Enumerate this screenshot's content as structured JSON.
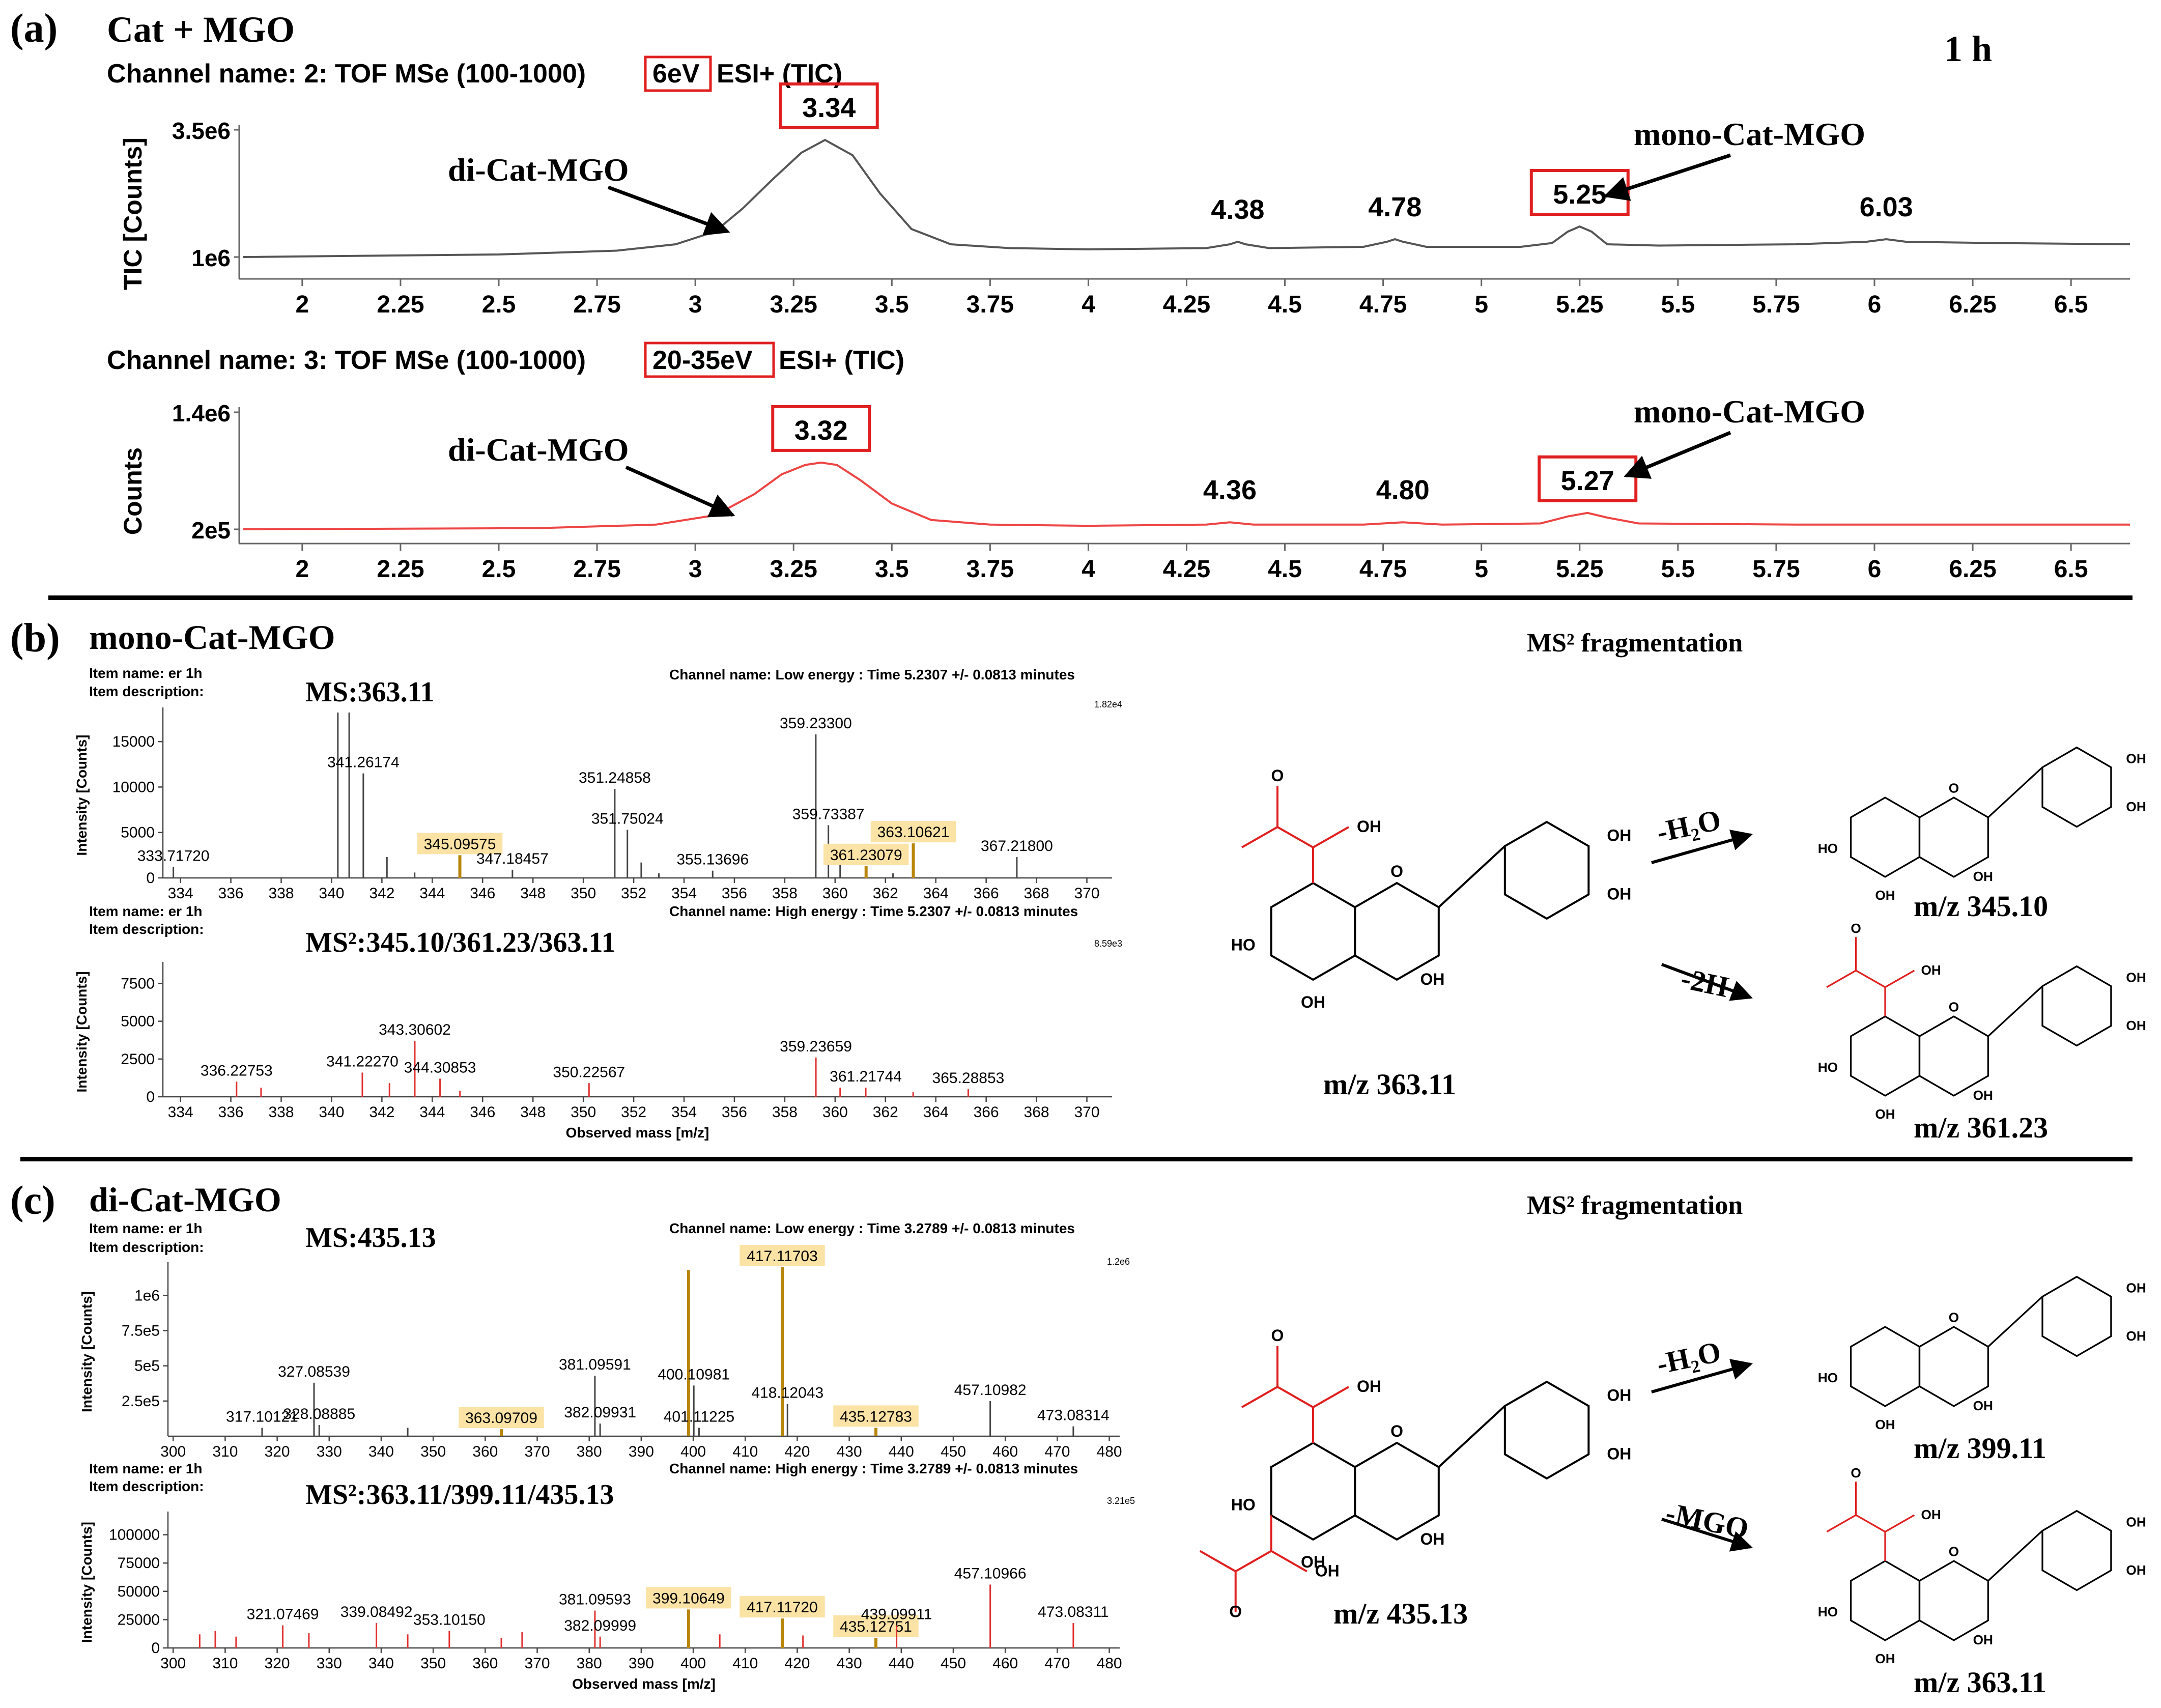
{
  "panel_a": {
    "letter": "(a)",
    "title": "Cat + MGO",
    "time_label": "1 h",
    "channel1": {
      "prefix": "Channel name: 2: TOF MSe (100-1000)",
      "energy": "6eV",
      "suffix": "ESI+ (TIC)"
    },
    "channel2": {
      "prefix": "Channel name: 3: TOF MSe (100-1000)",
      "energy": "20-35eV",
      "suffix": "ESI+ (TIC)"
    },
    "di_label": "di-Cat-MGO",
    "mono_label": "mono-Cat-MGO"
  },
  "panel_b": {
    "letter": "(b)",
    "title": "mono-Cat-MGO",
    "item_name": "Item name: er 1h",
    "item_desc": "Item description:",
    "ms_label": "MS:363.11",
    "ms2_label": "MS²:345.10/361.23/363.11",
    "channel_low": "Channel name: Low energy : Time 5.2307 +/- 0.0813 minutes",
    "channel_high": "Channel name: High energy : Time 5.2307 +/- 0.0813 minutes",
    "scale_low": "1.82e4",
    "scale_high": "8.59e3",
    "frag_title": "MS² fragmentation",
    "parent_mz": "m/z 363.11",
    "loss1": "-H₂O",
    "prod1_mz": "m/z 345.10",
    "loss2": "-2H",
    "prod2_mz": "m/z 361.23"
  },
  "panel_c": {
    "letter": "(c)",
    "title": "di-Cat-MGO",
    "item_name": "Item name: er 1h",
    "item_desc": "Item description:",
    "ms_label": "MS:435.13",
    "ms2_label": "MS²:363.11/399.11/435.13",
    "channel_low": "Channel name: Low energy : Time 3.2789 +/- 0.0813 minutes",
    "channel_high": "Channel name: High energy : Time 3.2789 +/- 0.0813 minutes",
    "scale_low": "1.2e6",
    "scale_high": "3.21e5",
    "frag_title": "MS² fragmentation",
    "parent_mz": "m/z 435.13",
    "loss1": "-H₂O",
    "prod1_mz": "m/z 399.11",
    "loss2": "-MGO",
    "prod2_mz": "m/z 363.11"
  },
  "struct_labels": {
    "oh": "OH",
    "ho": "HO",
    "o": "O"
  },
  "chart_data": [
    {
      "id": "tic_6ev",
      "type": "line",
      "ylabel": "TIC [Counts]",
      "yticks": [
        "3.5e6",
        "1e6"
      ],
      "xticks": [
        2,
        2.25,
        2.5,
        2.75,
        3,
        3.25,
        3.5,
        3.75,
        4,
        4.25,
        4.5,
        4.75,
        5,
        5.25,
        5.5,
        5.75,
        6,
        6.25,
        6.5
      ],
      "xlim": [
        1.85,
        6.65
      ],
      "color": "#555555",
      "x": [
        1.85,
        2.5,
        2.8,
        2.95,
        3.05,
        3.12,
        3.2,
        3.27,
        3.33,
        3.4,
        3.47,
        3.55,
        3.65,
        3.8,
        4.0,
        4.3,
        4.36,
        4.38,
        4.4,
        4.46,
        4.7,
        4.76,
        4.78,
        4.8,
        4.86,
        5.1,
        5.18,
        5.22,
        5.25,
        5.28,
        5.32,
        5.45,
        5.8,
        5.98,
        6.03,
        6.08,
        6.3,
        6.65
      ],
      "y": [
        0.0,
        0.02,
        0.05,
        0.1,
        0.2,
        0.38,
        0.62,
        0.82,
        0.92,
        0.8,
        0.5,
        0.22,
        0.1,
        0.07,
        0.06,
        0.07,
        0.1,
        0.12,
        0.1,
        0.07,
        0.08,
        0.12,
        0.14,
        0.12,
        0.08,
        0.08,
        0.11,
        0.2,
        0.24,
        0.2,
        0.1,
        0.09,
        0.1,
        0.12,
        0.14,
        0.12,
        0.11,
        0.1
      ],
      "peaks": [
        {
          "x": 3.34,
          "label": "3.34",
          "boxed": true
        },
        {
          "x": 4.38,
          "label": "4.38",
          "boxed": false
        },
        {
          "x": 4.78,
          "label": "4.78",
          "boxed": false
        },
        {
          "x": 5.25,
          "label": "5.25",
          "boxed": true
        },
        {
          "x": 6.03,
          "label": "6.03",
          "boxed": false
        }
      ]
    },
    {
      "id": "tic_20_35ev",
      "type": "line",
      "ylabel": "Counts",
      "yticks": [
        "1.4e6",
        "2e5"
      ],
      "xticks": [
        2,
        2.25,
        2.5,
        2.75,
        3,
        3.25,
        3.5,
        3.75,
        4,
        4.25,
        4.5,
        4.75,
        5,
        5.25,
        5.5,
        5.75,
        6,
        6.25,
        6.5
      ],
      "xlim": [
        1.85,
        6.65
      ],
      "color": "#ee4444",
      "x": [
        1.85,
        2.6,
        2.9,
        3.05,
        3.15,
        3.22,
        3.28,
        3.32,
        3.36,
        3.42,
        3.5,
        3.6,
        3.75,
        4.0,
        4.3,
        4.36,
        4.42,
        4.7,
        4.8,
        4.9,
        5.15,
        5.22,
        5.27,
        5.32,
        5.4,
        5.8,
        6.65
      ],
      "y": [
        0.0,
        0.01,
        0.04,
        0.12,
        0.3,
        0.47,
        0.55,
        0.57,
        0.55,
        0.42,
        0.22,
        0.08,
        0.04,
        0.03,
        0.04,
        0.06,
        0.04,
        0.04,
        0.06,
        0.04,
        0.05,
        0.11,
        0.14,
        0.1,
        0.05,
        0.04,
        0.04
      ],
      "peaks": [
        {
          "x": 3.32,
          "label": "3.32",
          "boxed": true
        },
        {
          "x": 4.36,
          "label": "4.36",
          "boxed": false
        },
        {
          "x": 4.8,
          "label": "4.80",
          "boxed": false
        },
        {
          "x": 5.27,
          "label": "5.27",
          "boxed": true
        }
      ]
    },
    {
      "id": "mono_ms",
      "type": "bar",
      "ylabel": "Intensity [Counts]",
      "xlabel": "",
      "xlim": [
        333.3,
        371.0
      ],
      "ylim": [
        0,
        18200
      ],
      "xticks": [
        334,
        336,
        338,
        340,
        342,
        344,
        346,
        348,
        350,
        352,
        354,
        356,
        358,
        360,
        362,
        364,
        366,
        368,
        370
      ],
      "yticks": [
        0,
        5000,
        10000,
        15000
      ],
      "ytick_labels": [
        "0",
        "5000",
        "10000",
        "15000"
      ],
      "color": "#444444",
      "highlight_color": "#b8860b",
      "peaks": [
        {
          "x": 333.7172,
          "y": 1200,
          "label": "333.71720"
        },
        {
          "x": 340.25,
          "y": 18200
        },
        {
          "x": 340.7,
          "y": 18200
        },
        {
          "x": 341.26174,
          "y": 11500,
          "label": "341.26174"
        },
        {
          "x": 342.2,
          "y": 2300
        },
        {
          "x": 343.3,
          "y": 600
        },
        {
          "x": 345.09575,
          "y": 2500,
          "label": "345.09575",
          "highlight": true
        },
        {
          "x": 347.18457,
          "y": 900,
          "label": "347.18457"
        },
        {
          "x": 351.24858,
          "y": 9800,
          "label": "351.24858"
        },
        {
          "x": 351.75024,
          "y": 5300,
          "label": "351.75024"
        },
        {
          "x": 352.3,
          "y": 1700
        },
        {
          "x": 353.0,
          "y": 500
        },
        {
          "x": 355.13696,
          "y": 800,
          "label": "355.13696"
        },
        {
          "x": 359.233,
          "y": 15800,
          "label": "359.23300"
        },
        {
          "x": 359.73387,
          "y": 5800,
          "label": "359.73387"
        },
        {
          "x": 360.2,
          "y": 1500
        },
        {
          "x": 361.23079,
          "y": 1300,
          "label": "361.23079",
          "highlight": true
        },
        {
          "x": 362.3,
          "y": 500
        },
        {
          "x": 363.10621,
          "y": 3800,
          "label": "363.10621",
          "highlight": true
        },
        {
          "x": 367.218,
          "y": 2300,
          "label": "367.21800"
        }
      ]
    },
    {
      "id": "mono_ms2",
      "type": "bar",
      "ylabel": "Intensity [Counts]",
      "xlabel": "Observed mass [m/z]",
      "xlim": [
        333.3,
        371.0
      ],
      "ylim": [
        0,
        8590
      ],
      "xticks": [
        334,
        336,
        338,
        340,
        342,
        344,
        346,
        348,
        350,
        352,
        354,
        356,
        358,
        360,
        362,
        364,
        366,
        368,
        370
      ],
      "yticks": [
        0,
        2500,
        5000,
        7500
      ],
      "ytick_labels": [
        "0",
        "2500",
        "5000",
        "7500"
      ],
      "color": "#e03030",
      "highlight_color": "#e03030",
      "peaks": [
        {
          "x": 336.22753,
          "y": 1000,
          "label": "336.22753"
        },
        {
          "x": 337.2,
          "y": 600
        },
        {
          "x": 341.2227,
          "y": 1600,
          "label": "341.22270"
        },
        {
          "x": 342.3,
          "y": 900
        },
        {
          "x": 343.30602,
          "y": 3700,
          "label": "343.30602"
        },
        {
          "x": 344.30853,
          "y": 1200,
          "label": "344.30853"
        },
        {
          "x": 345.1,
          "y": 400
        },
        {
          "x": 350.22567,
          "y": 900,
          "label": "350.22567"
        },
        {
          "x": 359.23659,
          "y": 2600,
          "label": "359.23659"
        },
        {
          "x": 360.2,
          "y": 600
        },
        {
          "x": 361.21744,
          "y": 600,
          "label": "361.21744"
        },
        {
          "x": 363.1,
          "y": 300
        },
        {
          "x": 365.28853,
          "y": 500,
          "label": "365.28853"
        }
      ]
    },
    {
      "id": "di_ms",
      "type": "bar",
      "ylabel": "Intensity [Counts]",
      "xlabel": "",
      "xlim": [
        299.0,
        482.0
      ],
      "ylim": [
        0,
        1200000
      ],
      "xticks": [
        300,
        310,
        320,
        330,
        340,
        350,
        360,
        370,
        380,
        390,
        400,
        410,
        420,
        430,
        440,
        450,
        460,
        470,
        480
      ],
      "yticks": [
        250000,
        500000,
        750000,
        1000000
      ],
      "ytick_labels": [
        "2.5e5",
        "5e5",
        "7.5e5",
        "1e6"
      ],
      "color": "#444444",
      "highlight_color": "#b8860b",
      "peaks": [
        {
          "x": 317.10121,
          "y": 60000,
          "label": "317.10121"
        },
        {
          "x": 327.08539,
          "y": 380000,
          "label": "327.08539"
        },
        {
          "x": 328.08885,
          "y": 80000,
          "label": "328.08885"
        },
        {
          "x": 345.1,
          "y": 60000
        },
        {
          "x": 363.09709,
          "y": 50000,
          "label": "363.09709",
          "highlight": true
        },
        {
          "x": 381.09591,
          "y": 430000,
          "label": "381.09591"
        },
        {
          "x": 382.09931,
          "y": 90000,
          "label": "382.09931"
        },
        {
          "x": 399.1,
          "y": 1180000,
          "highlight": true
        },
        {
          "x": 400.10981,
          "y": 360000,
          "label": "400.10981"
        },
        {
          "x": 401.11225,
          "y": 60000,
          "label": "401.11225"
        },
        {
          "x": 417.11703,
          "y": 1200000,
          "label": "417.11703",
          "highlight": true
        },
        {
          "x": 418.12043,
          "y": 230000,
          "label": "418.12043"
        },
        {
          "x": 435.12783,
          "y": 60000,
          "label": "435.12783",
          "highlight": true
        },
        {
          "x": 457.10982,
          "y": 250000,
          "label": "457.10982"
        },
        {
          "x": 473.08314,
          "y": 70000,
          "label": "473.08314"
        }
      ]
    },
    {
      "id": "di_ms2",
      "type": "bar",
      "ylabel": "Intensity [Counts]",
      "xlabel": "Observed mass [m/z]",
      "xlim": [
        299.0,
        482.0
      ],
      "ylim": [
        0,
        116000
      ],
      "xticks": [
        300,
        310,
        320,
        330,
        340,
        350,
        360,
        370,
        380,
        390,
        400,
        410,
        420,
        430,
        440,
        450,
        460,
        470,
        480
      ],
      "yticks": [
        0,
        25000,
        50000,
        75000,
        100000
      ],
      "ytick_labels": [
        "0",
        "25000",
        "50000",
        "75000",
        "100000"
      ],
      "color": "#e03030",
      "highlight_color": "#b8860b",
      "peaks": [
        {
          "x": 305.1,
          "y": 12000
        },
        {
          "x": 308.1,
          "y": 15000
        },
        {
          "x": 312.1,
          "y": 10000
        },
        {
          "x": 321.07469,
          "y": 20000,
          "label": "321.07469"
        },
        {
          "x": 326.1,
          "y": 13000
        },
        {
          "x": 339.08492,
          "y": 22000,
          "label": "339.08492"
        },
        {
          "x": 345.1,
          "y": 12000
        },
        {
          "x": 353.1015,
          "y": 15000,
          "label": "353.10150"
        },
        {
          "x": 363.1,
          "y": 9000
        },
        {
          "x": 367.1,
          "y": 14000
        },
        {
          "x": 381.09593,
          "y": 33000,
          "label": "381.09593"
        },
        {
          "x": 382.09999,
          "y": 10000,
          "label": "382.09999"
        },
        {
          "x": 399.10649,
          "y": 34000,
          "label": "399.10649",
          "highlight": true
        },
        {
          "x": 405.1,
          "y": 12000
        },
        {
          "x": 417.1172,
          "y": 26000,
          "label": "417.11720",
          "highlight": true
        },
        {
          "x": 421.1,
          "y": 11000
        },
        {
          "x": 435.12751,
          "y": 9000,
          "label": "435.12751",
          "highlight": true
        },
        {
          "x": 439.09911,
          "y": 20000,
          "label": "439.09911"
        },
        {
          "x": 457.10966,
          "y": 56000,
          "label": "457.10966"
        },
        {
          "x": 473.08311,
          "y": 22000,
          "label": "473.08311"
        }
      ]
    }
  ]
}
